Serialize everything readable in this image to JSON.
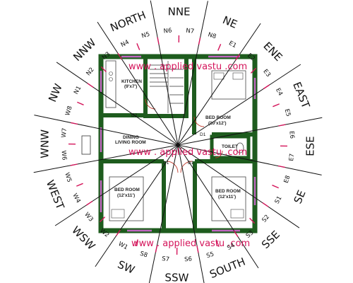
{
  "watermark": "www . applied vastu .com",
  "directions": [
    {
      "label": "NORTH",
      "angle": 0
    },
    {
      "label": "NNE",
      "angle": 22.5
    },
    {
      "label": "NE",
      "angle": 45
    },
    {
      "label": "ENE",
      "angle": 67.5
    },
    {
      "label": "EAST",
      "angle": 90
    },
    {
      "label": "ESE",
      "angle": 112.5
    },
    {
      "label": "SE",
      "angle": 135
    },
    {
      "label": "SSE",
      "angle": 157.5
    },
    {
      "label": "SOUTH",
      "angle": 180
    },
    {
      "label": "SSW",
      "angle": 202.5
    },
    {
      "label": "SW",
      "angle": 225
    },
    {
      "label": "WSW",
      "angle": 247.5
    },
    {
      "label": "WEST",
      "angle": 270
    },
    {
      "label": "WNW",
      "angle": 292.5
    },
    {
      "label": "NW",
      "angle": 315
    },
    {
      "label": "NNW",
      "angle": 337.5
    }
  ],
  "padas": [
    "N4",
    "N5",
    "N6",
    "N7",
    "N8",
    "E1",
    "E2",
    "E3",
    "E4",
    "E5",
    "E6",
    "E7",
    "E8",
    "S1",
    "S2",
    "S3",
    "S4",
    "S5",
    "S6",
    "S7",
    "S8",
    "W1",
    "W2",
    "W3",
    "W4",
    "W5",
    "W6",
    "W7",
    "W8",
    "N1",
    "N2",
    "N3"
  ],
  "rooms": {
    "kitchen_name": "KITCHEN",
    "kitchen_size": "(9'x7')",
    "dining_name": "DINING",
    "dining_sub": "LIVING ROOM",
    "bed1_name": "BED ROOM",
    "bed1_size": "(10'x12')",
    "bed2_name": "BED ROOM",
    "bed2_size": "(12'x11')",
    "bed3_name": "BED ROOM",
    "bed3_size": "(12'x11')",
    "toilet": "TOILET"
  },
  "doors": {
    "d1": "D1",
    "d2": "D2",
    "d1_left": "D1",
    "d1_right": "D1"
  },
  "colors": {
    "wall": "#1e5c1e",
    "wall_dark": "#0d3d0d",
    "window": "#c066c0",
    "sector_line": "#111111",
    "accent_red": "#d4145a",
    "door_arc": "#c0392b"
  }
}
